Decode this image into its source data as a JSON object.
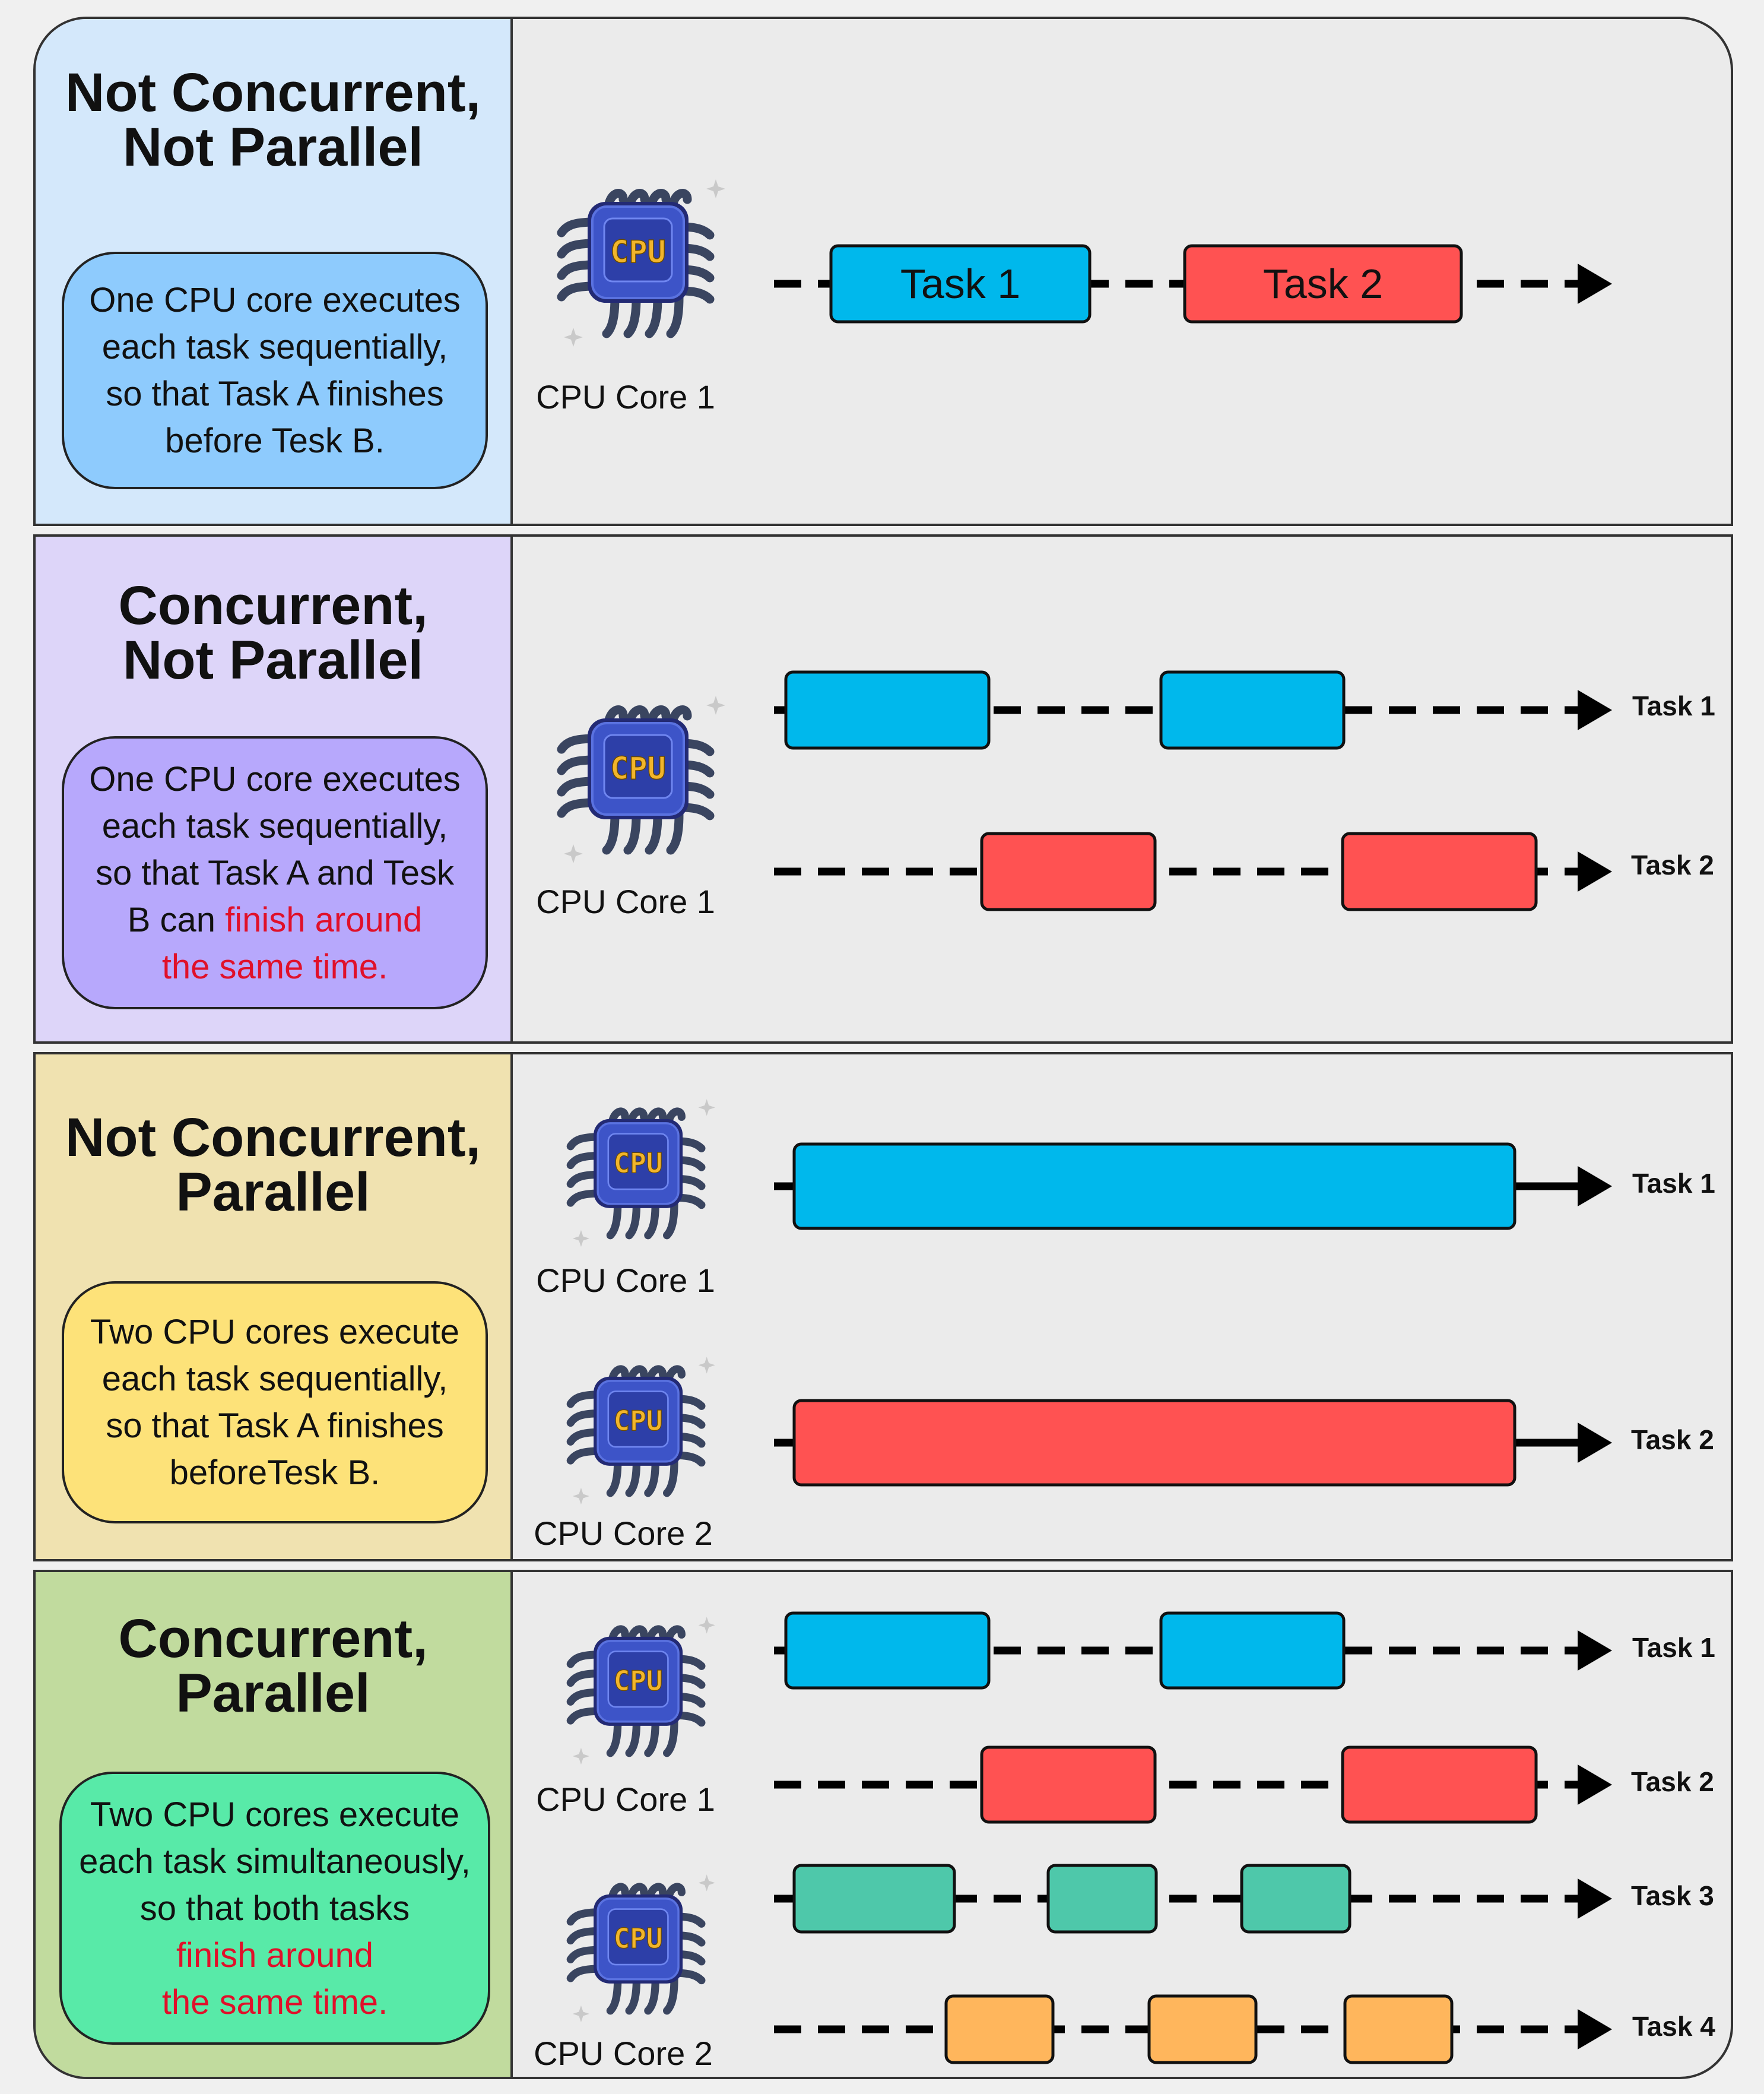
{
  "colors": {
    "task_blue": "#00b8ec",
    "task_red": "#ff5252",
    "task_teal": "#4ec8aa",
    "task_orange": "#ffb65c"
  },
  "panels": [
    {
      "title": [
        "Not Concurrent,",
        "Not Parallel"
      ],
      "left_bg": "#d4e8fb",
      "bubble_bg": "#8ecbfd",
      "desc": [
        "One CPU core executes",
        "each task sequentially,",
        "so that Task A finishes",
        "before Tesk B."
      ],
      "cores": [
        "CPU Core 1"
      ],
      "bars": [
        {
          "label": "Task 1",
          "color": "task_blue"
        },
        {
          "label": "Task 2",
          "color": "task_red"
        }
      ]
    },
    {
      "title": [
        "Concurrent,",
        "Not Parallel"
      ],
      "left_bg": "#ddd5f9",
      "bubble_bg": "#b7a8fc",
      "desc": [
        "One CPU core executes",
        "each task sequentially,",
        "so that Task A and Tesk"
      ],
      "desc_mixed": {
        "prefix": "B can ",
        "highlight": "finish around"
      },
      "desc_tail": "the same time.",
      "cores": [
        "CPU Core 1"
      ],
      "tasks": [
        "Task 1",
        "Task 2"
      ]
    },
    {
      "title": [
        "Not Concurrent,",
        "Parallel"
      ],
      "left_bg": "#f0e2b0",
      "bubble_bg": "#fde279",
      "desc": [
        "Two CPU cores execute",
        "each task sequentially,",
        "so that Task A finishes",
        "beforeTesk B."
      ],
      "cores": [
        "CPU Core 1",
        "CPU Core 2"
      ],
      "tasks": [
        "Task 1",
        "Task 2"
      ]
    },
    {
      "title": [
        "Concurrent,",
        "Parallel"
      ],
      "left_bg": "#c1db9e",
      "bubble_bg": "#58eaa8",
      "desc": [
        "Two CPU cores execute",
        "each task simultaneously,",
        "so that both tasks"
      ],
      "desc_red": [
        "finish around",
        "the same time."
      ],
      "cores": [
        "CPU Core 1",
        "CPU Core 2"
      ],
      "tasks": [
        "Task 1",
        "Task 2",
        "Task 3",
        "Task 4"
      ]
    }
  ],
  "icon": {
    "text": "CPU",
    "name": "cpu-chip-icon"
  }
}
